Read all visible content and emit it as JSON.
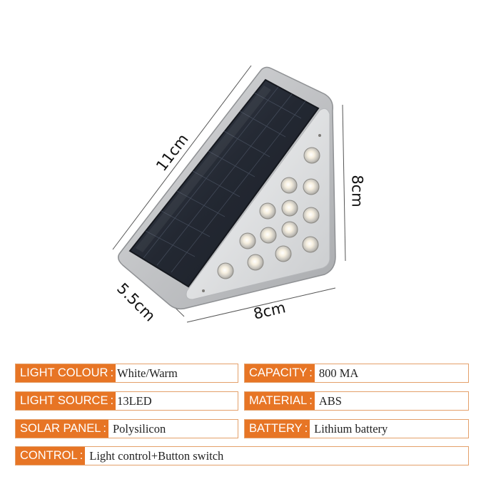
{
  "dimensions": {
    "length": "11cm",
    "height": "8cm",
    "depth": "5.5cm",
    "width": "8cm"
  },
  "specs": [
    {
      "label": "LIGHT COLOUR",
      "value": "White/Warm"
    },
    {
      "label": "CAPACITY",
      "value": "800 MA"
    },
    {
      "label": "LIGHT SOURCE",
      "value": "13LED"
    },
    {
      "label": "MATERIAL",
      "value": "ABS"
    },
    {
      "label": "SOLAR PANEL",
      "value": "Polysilicon"
    },
    {
      "label": "BATTERY",
      "value": "Lithium battery"
    },
    {
      "label": "CONTROL",
      "value": "Light control+Button switch"
    }
  ],
  "colors": {
    "accent": "#e77525",
    "border": "#e4a06a"
  }
}
